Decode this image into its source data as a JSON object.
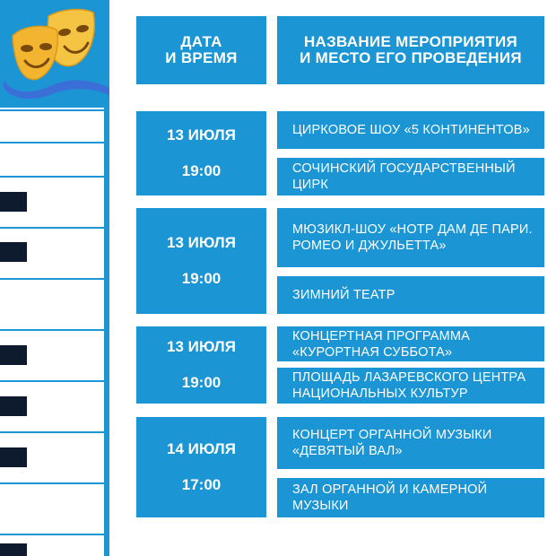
{
  "header": {
    "date_title": "ДАТА\nИ ВРЕМЯ",
    "event_title": "НАЗВАНИЕ МЕРОПРИЯТИЯ\nИ МЕСТО ЕГО ПРОВЕДЕНИЯ"
  },
  "rows": [
    {
      "date": "13 ИЮЛЯ",
      "time": "19:00",
      "event": "ЦИРКОВОЕ ШОУ «5 КОНТИНЕНТОВ»",
      "venue": "СОЧИНСКИЙ ГОСУДАРСТВЕННЫЙ ЦИРК"
    },
    {
      "date": "13 ИЮЛЯ",
      "time": "19:00",
      "event": "МЮЗИКЛ-ШОУ «НОТР ДАМ ДЕ ПАРИ. РОМЕО И ДЖУЛЬЕТТА»",
      "venue": "ЗИМНИЙ ТЕАТР"
    },
    {
      "date": "13 ИЮЛЯ",
      "time": "19:00",
      "event": "КОНЦЕРТНАЯ ПРОГРАММА «КУРОРТНАЯ СУББОТА»",
      "venue": "ПЛОЩАДЬ ЛАЗАРЕВСКОГО ЦЕНТРА НАЦИОНАЛЬНЫХ КУЛЬТУР"
    },
    {
      "date": "14 ИЮЛЯ",
      "time": "17:00",
      "event": "КОНЦЕРТ ОРГАННОЙ МУЗЫКИ «ДЕВЯТЫЙ ВАЛ»",
      "venue": "ЗАЛ ОРГАННОЙ И КАМЕРНОЙ МУЗЫКИ"
    }
  ],
  "colors": {
    "accent": "#1b95d3",
    "key_dark": "#0e1a2e",
    "mask": "#f3b52f"
  },
  "icons": {
    "logo": "theatre-masks-icon"
  }
}
